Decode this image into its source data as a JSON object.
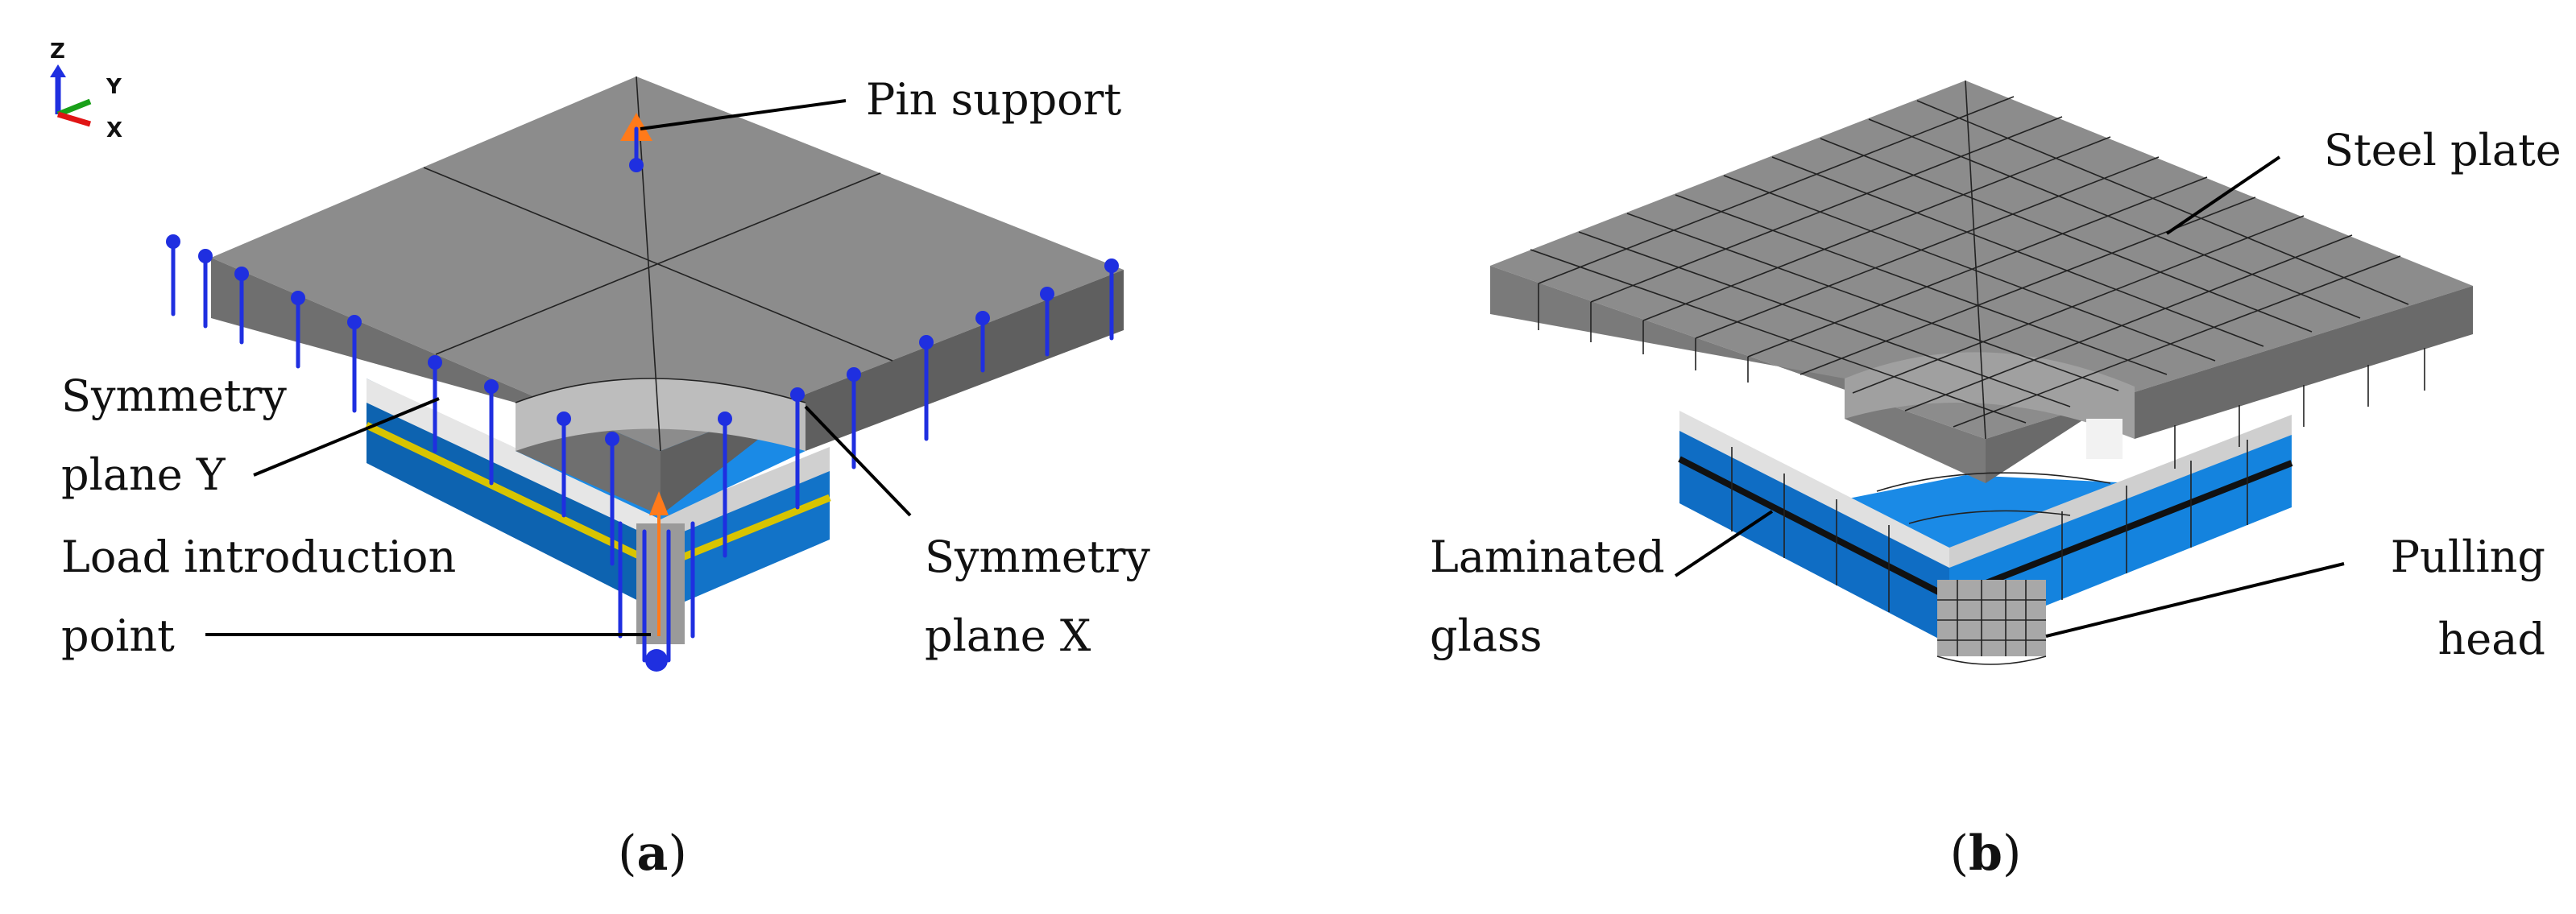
{
  "colors": {
    "steel": "#8c8c8c",
    "steel_side": "#707070",
    "glass": "#1585e0",
    "glass_dark": "#0d63b0",
    "interlayer": "#d8c400",
    "boundary_condition": "#1f2fe0",
    "load_arrow": "#ff7a1a",
    "bond_layer": "#d9d9d9"
  },
  "triad": {
    "z_label": "Z",
    "y_label": "Y",
    "x_label": "X"
  },
  "panel_a": {
    "labels": {
      "pin_support": "Pin support",
      "symmetry_y_line1": "Symmetry",
      "symmetry_y_line2": "plane Y",
      "load_line1": "Load introduction",
      "load_line2": "point",
      "symmetry_x_line1": "Symmetry",
      "symmetry_x_line2": "plane X"
    },
    "caption_letter": "a"
  },
  "panel_b": {
    "labels": {
      "steel_plate": "Steel plate",
      "laminated_line1": "Laminated",
      "laminated_line2": "glass",
      "pulling_line1": "Pulling",
      "pulling_line2": "head"
    },
    "caption_letter": "b"
  }
}
